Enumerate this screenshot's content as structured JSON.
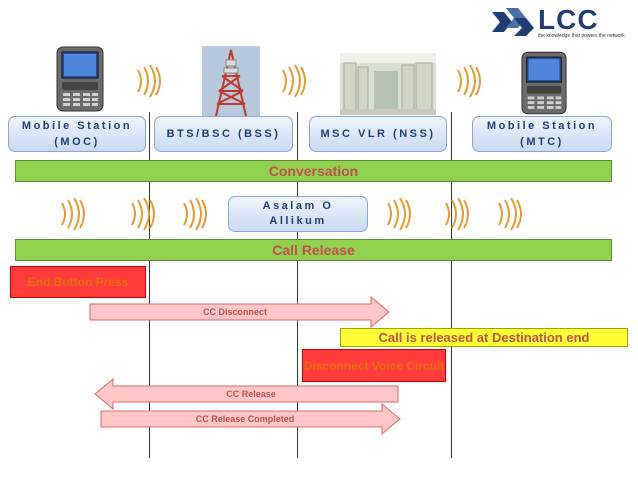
{
  "logo": {
    "name": "LCC",
    "tagline": "the knowledge that powers the network"
  },
  "nodes": [
    {
      "line1": "Mobile Station",
      "line2": "(MOC)"
    },
    {
      "line1": "BTS/BSC (BSS)",
      "line2": ""
    },
    {
      "line1": "MSC VLR (NSS)",
      "line2": ""
    },
    {
      "line1": "Mobile Station",
      "line2": "(MTC)"
    }
  ],
  "bars": {
    "conversation": "Conversation",
    "call_release": "Call Release"
  },
  "message": {
    "line1": "Asalam O",
    "line2": "Allikum"
  },
  "events": {
    "end_button": "End Button Press",
    "destination_release": "Call is released at Destination end",
    "disconnect_voice": "Disconnect Voice Circuit"
  },
  "arrows": {
    "cc_disconnect": "CC Disconnect",
    "cc_release": "CC Release",
    "cc_release_completed": "CC Release Completed"
  },
  "colors": {
    "bar_green": "#92d050",
    "arrow_pink": "#ffc7c7",
    "red": "#ff3b3b",
    "yellow": "#ffff33",
    "wave": "#e49b2f"
  }
}
